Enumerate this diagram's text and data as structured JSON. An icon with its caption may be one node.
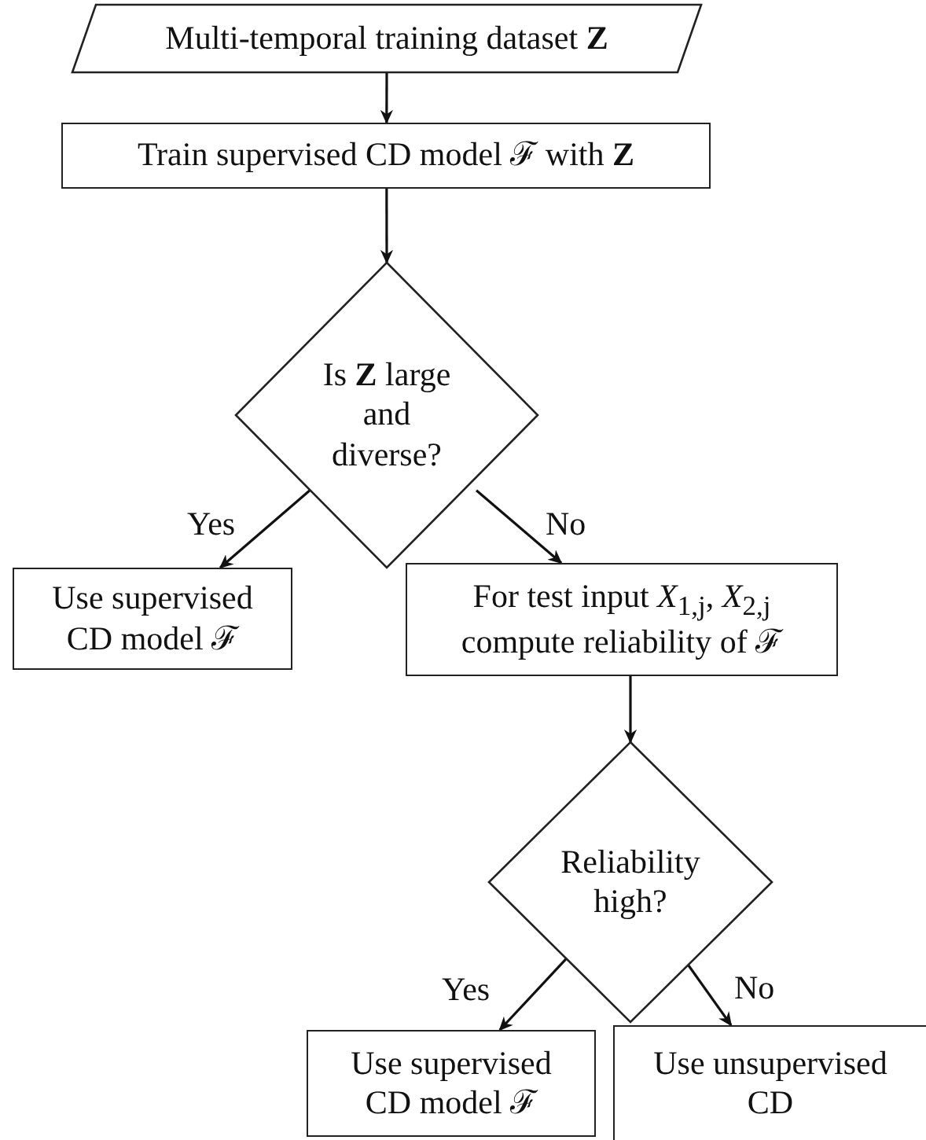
{
  "diagram": {
    "nodes": [
      {
        "text": [
          "Multi-temporal training dataset **Z**"
        ]
      },
      {
        "text": [
          "Train supervised CD model ℱ with **Z**"
        ]
      },
      {
        "text": [
          "Is **Z** large and diverse?"
        ]
      },
      {
        "text": [
          "Use supervised CD model ℱ"
        ]
      },
      {
        "text": [
          "For test input *X*$_{1,j}$, *X*$_{2,j}$ compute reliability of ℱ"
        ]
      },
      {
        "text": [
          "Reliability high?"
        ]
      },
      {
        "text": [
          "Use supervised CD model ℱ"
        ]
      },
      {
        "text": [
          "Use unsupervised CD"
        ]
      }
    ],
    "edges": [
      {
        "from": 0,
        "to": 1,
        "arrow": "to"
      },
      {
        "from": 1,
        "to": 2,
        "arrow": "to"
      },
      {
        "from": 2,
        "to": 3,
        "arrow": "to",
        "label": "Yes"
      },
      {
        "from": 2,
        "to": 4,
        "arrow": "to",
        "label": "No"
      },
      {
        "from": 4,
        "to": 5,
        "arrow": "to"
      },
      {
        "from": 5,
        "to": 6,
        "arrow": "to",
        "label": "Yes"
      },
      {
        "from": 5,
        "to": 7,
        "arrow": "to",
        "label": "No"
      }
    ]
  }
}
